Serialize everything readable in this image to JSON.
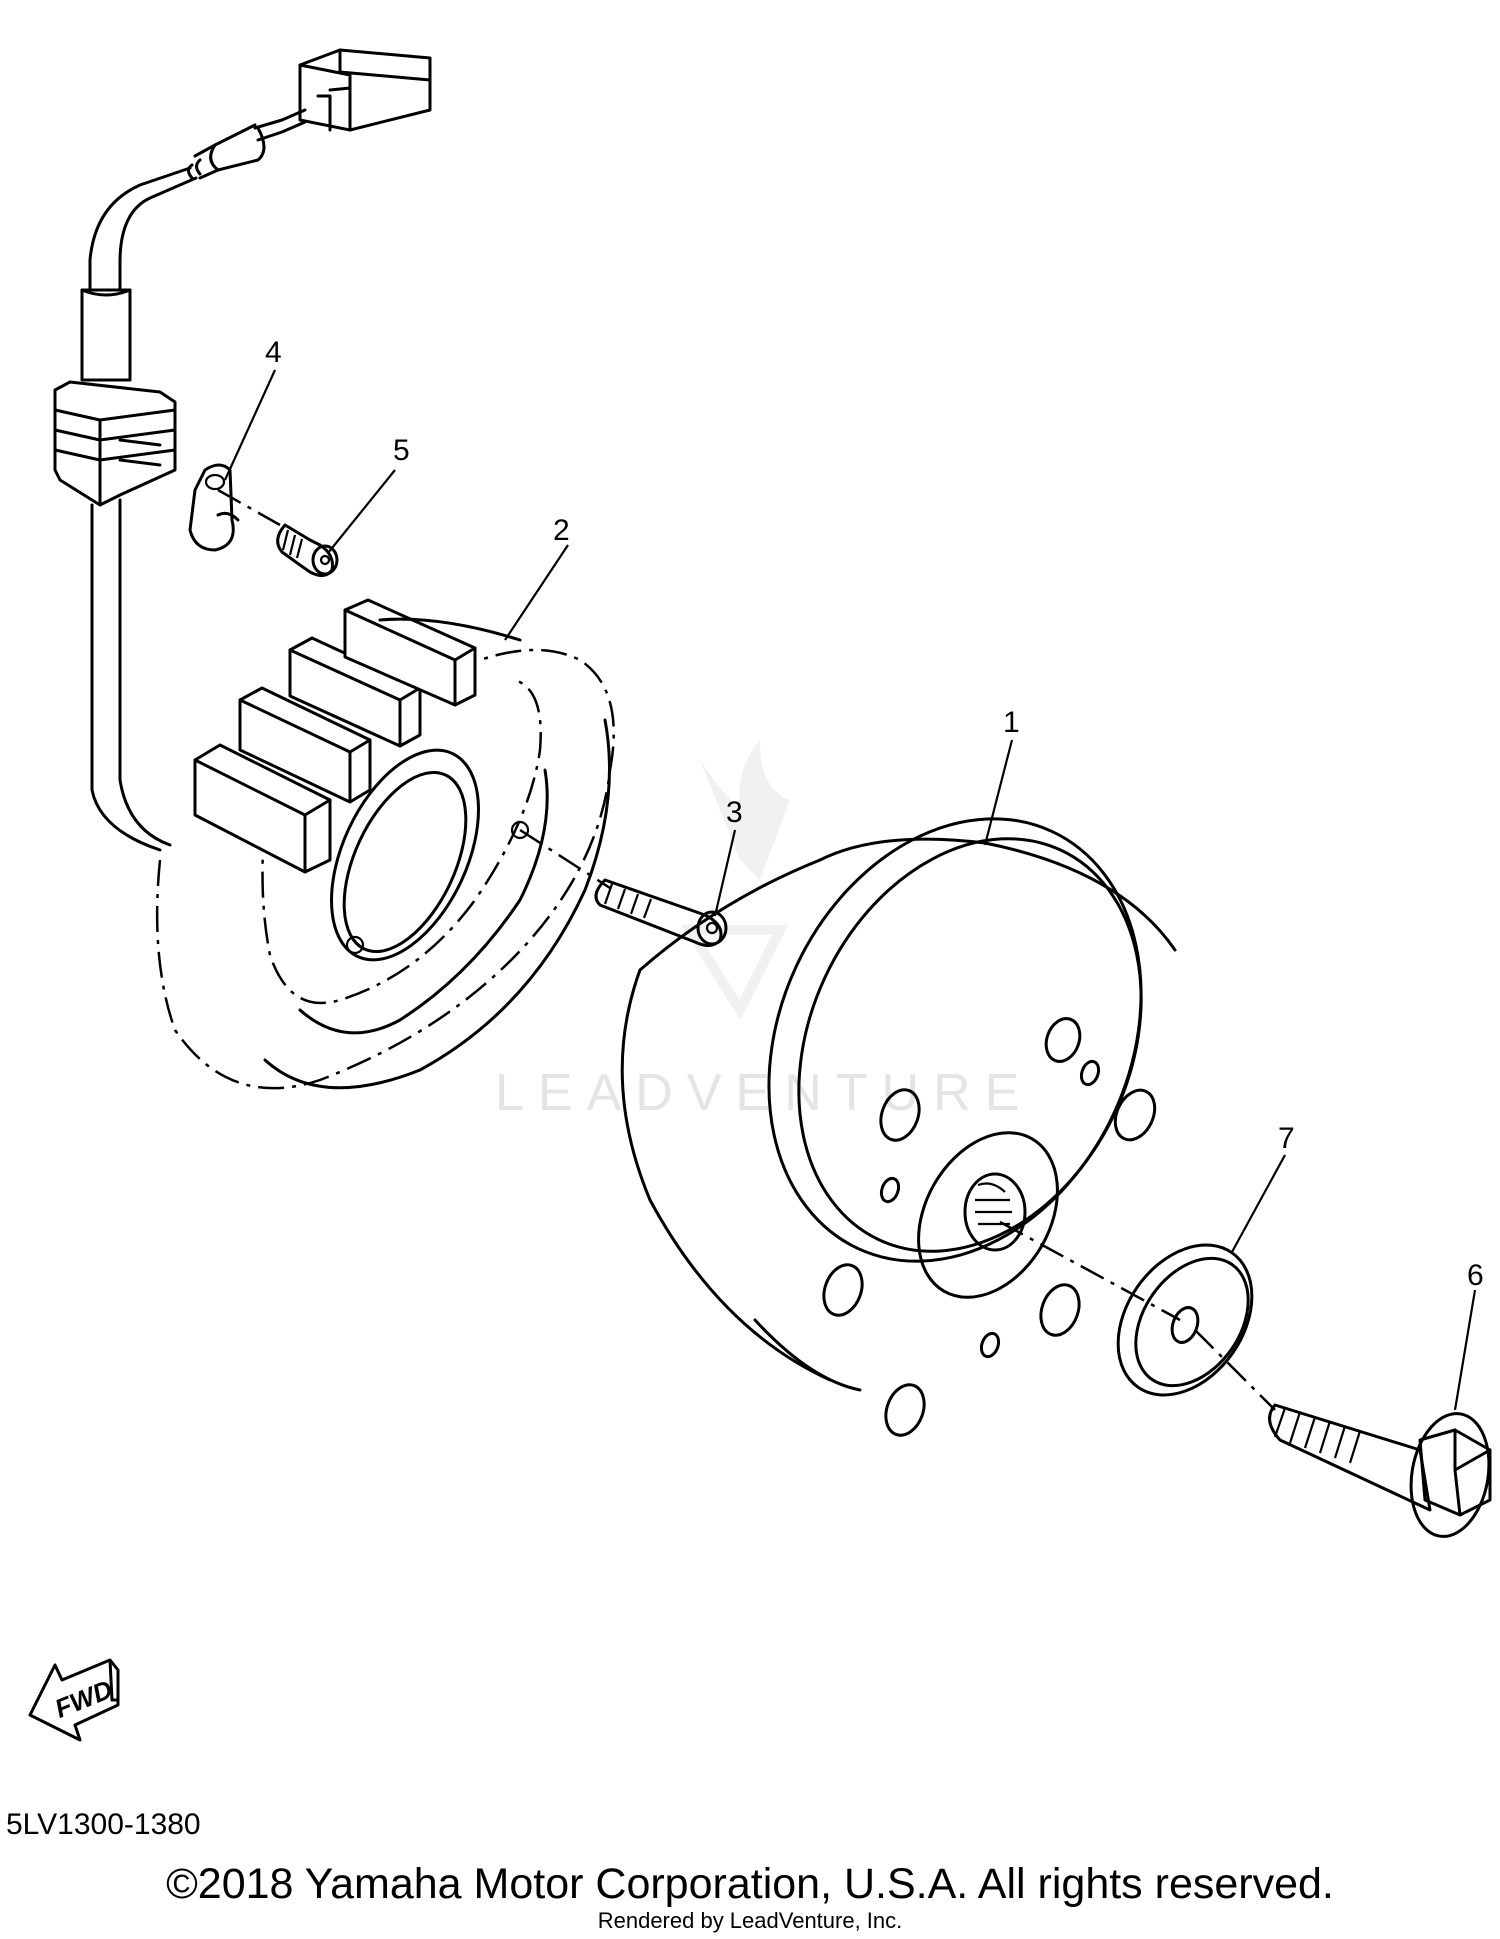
{
  "callouts": [
    "1",
    "2",
    "3",
    "4",
    "5",
    "6",
    "7"
  ],
  "watermark": "LEADVENTURE",
  "fwd_label": "FWD",
  "diagram_code": "5LV1300-1380",
  "copyright": "©2018 Yamaha Motor Corporation, U.S.A. All rights reserved.",
  "render_credit": "Rendered by LeadVenture, Inc.",
  "icons": [
    "fwd-arrow-icon",
    "watermark-logo-icon"
  ]
}
